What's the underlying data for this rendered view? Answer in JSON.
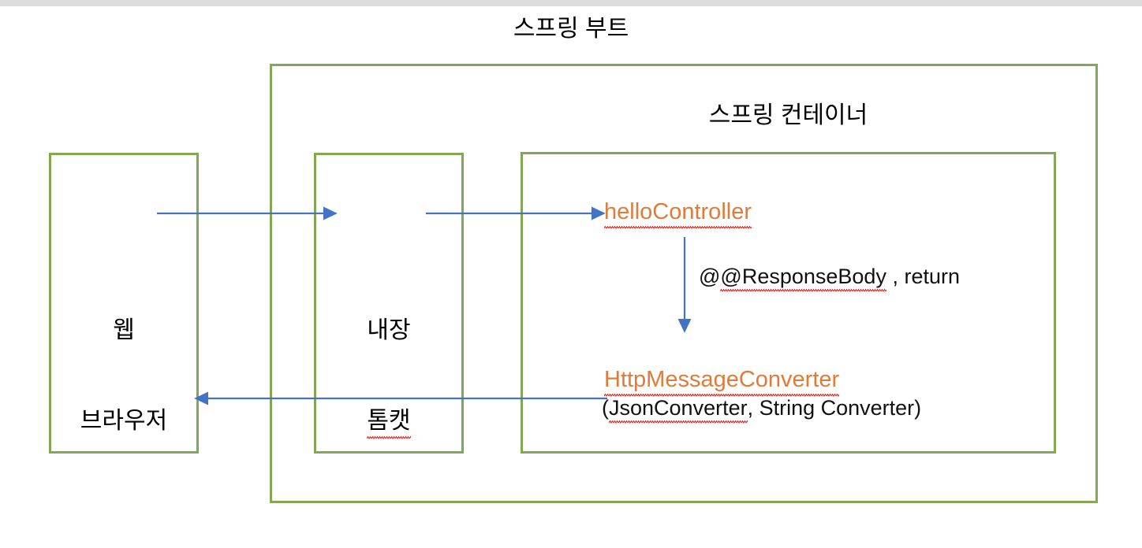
{
  "diagram": {
    "type": "flow-diagram",
    "title": "스프링 부트",
    "container_title": "스프링 컨테이너",
    "accent_colors": {
      "box_border": "#82a852",
      "arrow": "#4472c4",
      "code_text": "#e07b39",
      "plain_text": "#000000",
      "spellcheck_squiggle": "#e8271f",
      "background": "#ffffff",
      "topbar": "#dcdcdc"
    },
    "nodes": {
      "browser": {
        "line1": "웹",
        "line2": "브라우저"
      },
      "tomcat": {
        "line1": "내장",
        "line2": "톰캣"
      },
      "controller": {
        "label": "helloController"
      },
      "annotation": {
        "tag": "@ResponseBody",
        "rest": " , return"
      },
      "converter": {
        "label": "HttpMessageConverter",
        "sub_open": "(",
        "sub_first": "JsonConverter",
        "sub_rest": ", String Converter)"
      }
    },
    "arrows": [
      {
        "name": "browser-to-tomcat",
        "direction": "right"
      },
      {
        "name": "tomcat-to-controller",
        "direction": "right"
      },
      {
        "name": "controller-to-converter",
        "direction": "down"
      },
      {
        "name": "converter-to-browser",
        "direction": "left"
      }
    ]
  }
}
